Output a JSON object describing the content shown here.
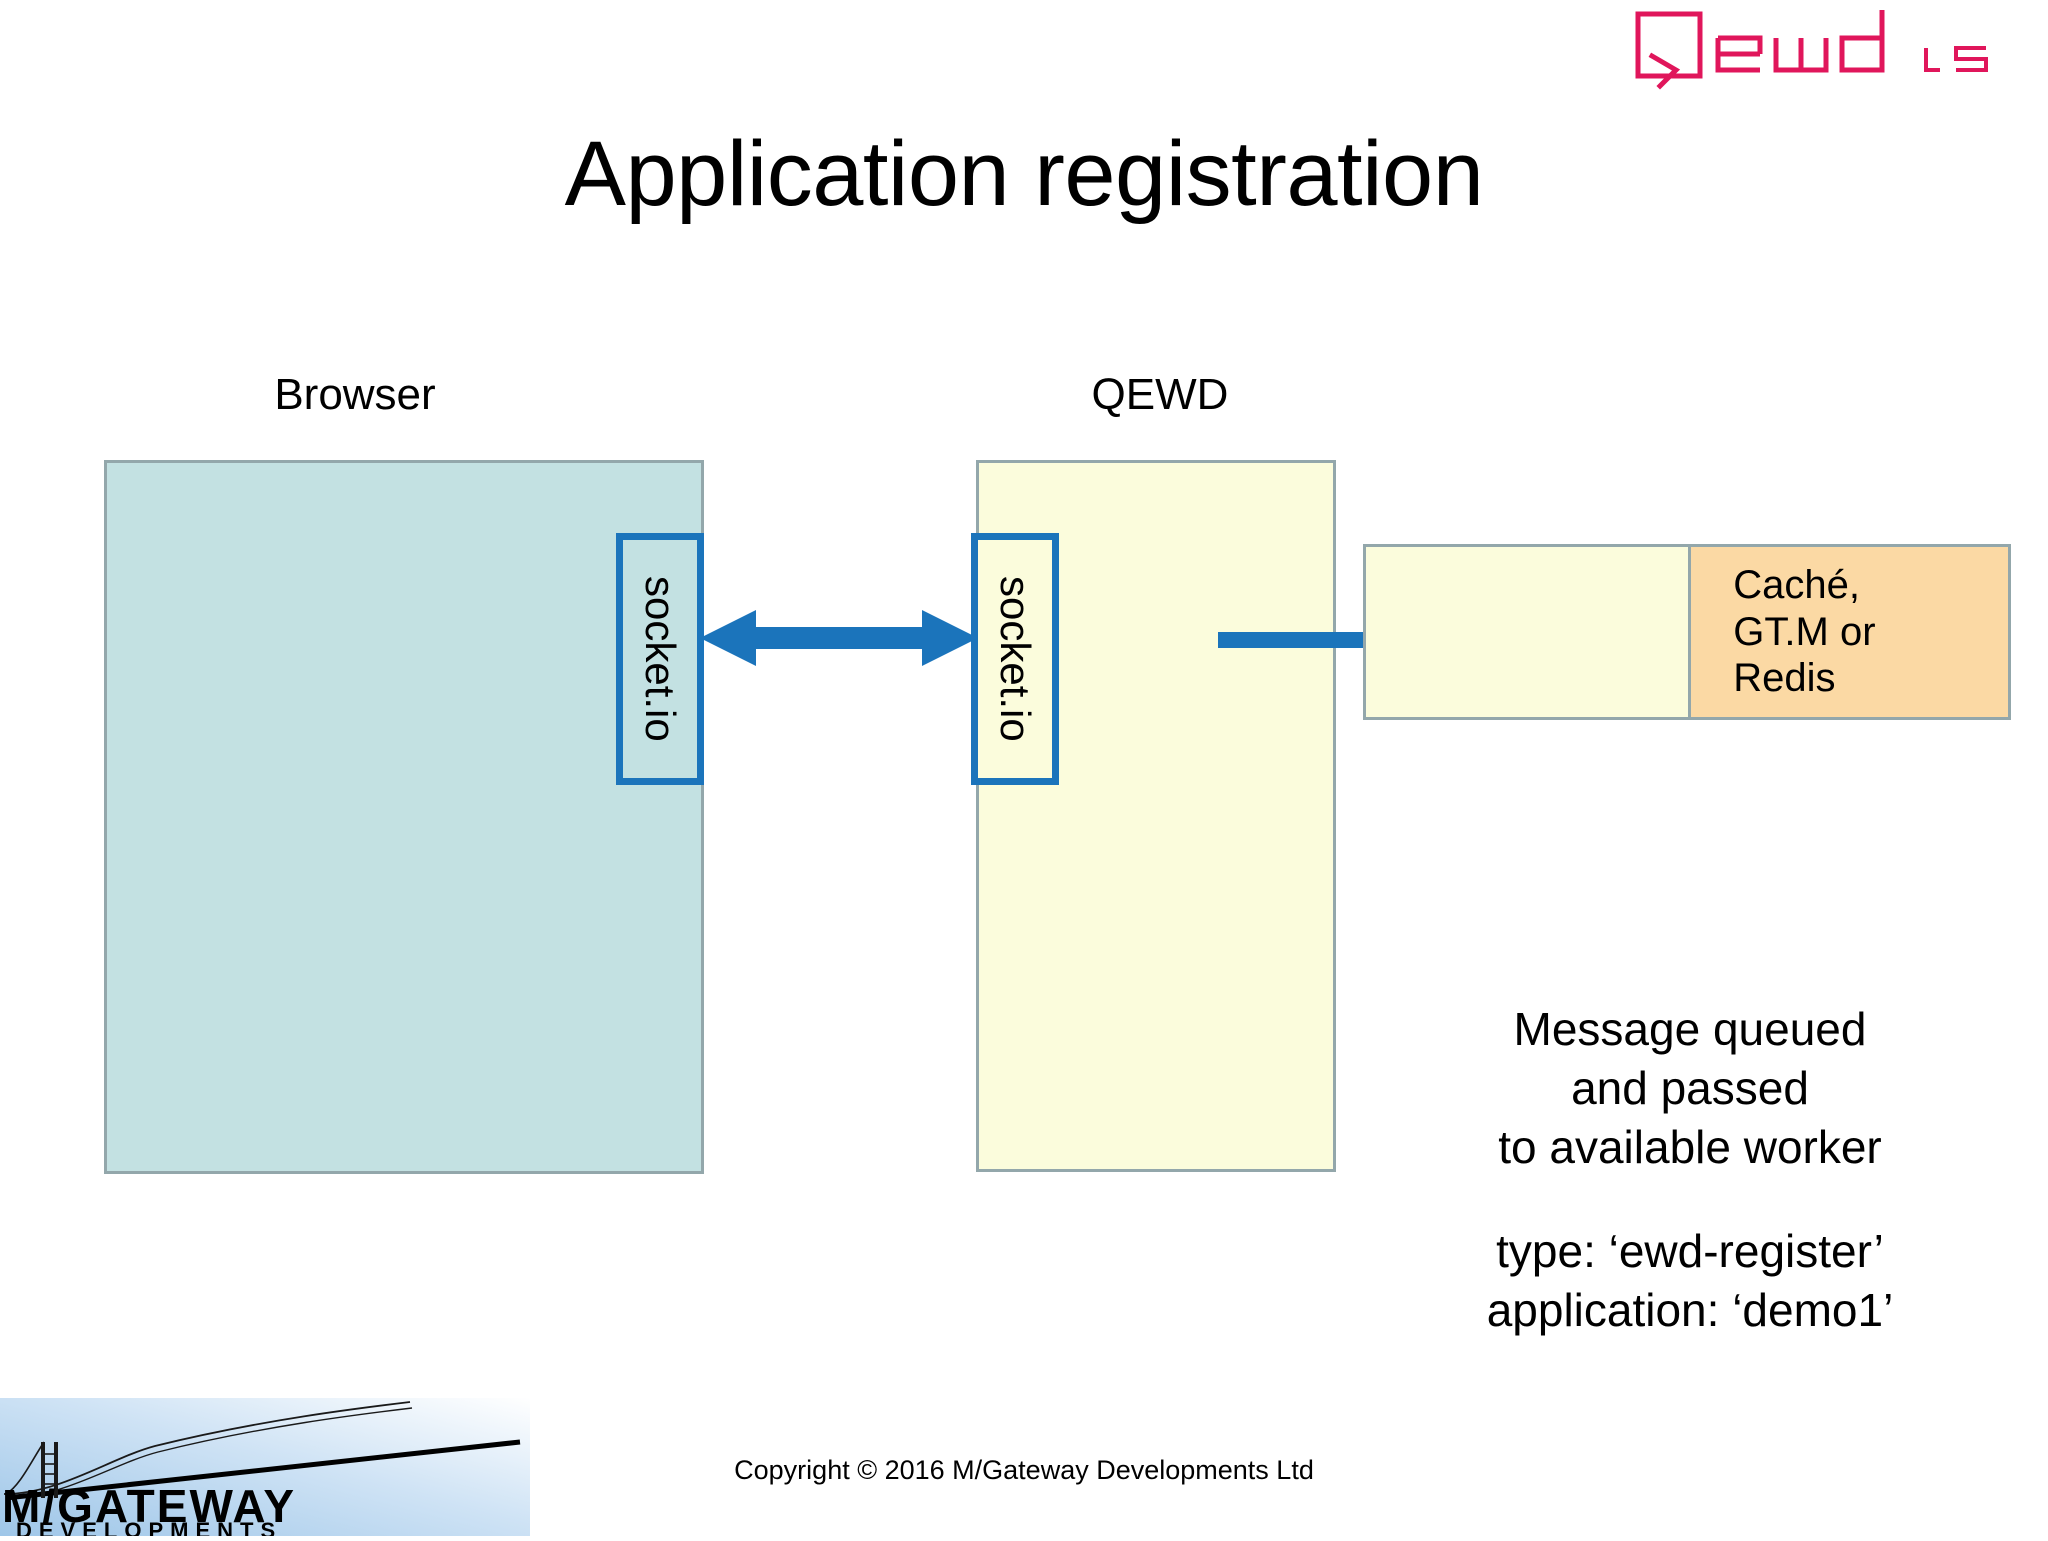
{
  "brand": {
    "logo_text": "qewd",
    "logo_suffix": "js",
    "logo_color": "#e0165b",
    "footer_logo_title": "M/GATEWAY",
    "footer_logo_subtitle": "DEVELOPMENTS"
  },
  "slide": {
    "title": "Application registration",
    "copyright": "Copyright © 2016 M/Gateway Developments Ltd"
  },
  "headings": {
    "browser": "Browser",
    "qewd": "QEWD"
  },
  "panels": {
    "browser_color": "#c3e1e2",
    "qewd_color": "#fbfcdc",
    "panel_border_color": "#93a7ab",
    "datastore_color": "#fbd9a4"
  },
  "components": {
    "socketio_browser_label": "socket.io",
    "socketio_qewd_label": "socket.io",
    "socketio_border_color": "#1b74bb",
    "datastore_label": "Caché,\nGT.M or\nRedis"
  },
  "arrows": {
    "color": "#1b74bb",
    "bidirectional_name": "browser-to-qewd",
    "to_store_name": "qewd-to-datastore"
  },
  "notes": {
    "message": "Message queued\nand passed\nto available worker",
    "params": "type: ‘ewd-register’\napplication: ‘demo1’"
  }
}
